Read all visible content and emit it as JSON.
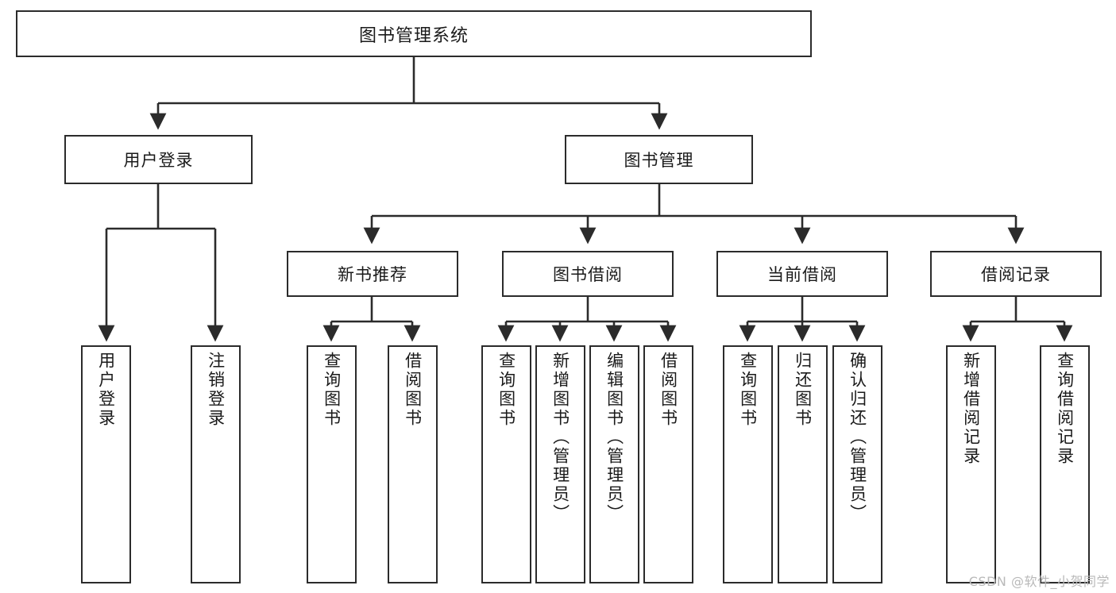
{
  "diagram": {
    "title": "图书管理系统",
    "type": "tree",
    "watermark": "CSDN @软件_小贺同学",
    "accent_color": "#2b2b2b",
    "background_color": "#ffffff",
    "root": {
      "label": "图书管理系统"
    },
    "level2": [
      {
        "id": "user-login",
        "label": "用户登录"
      },
      {
        "id": "book-manage",
        "label": "图书管理"
      }
    ],
    "level3": [
      {
        "id": "new-book-rec",
        "label": "新书推荐"
      },
      {
        "id": "book-borrow",
        "label": "图书借阅"
      },
      {
        "id": "current-borrow",
        "label": "当前借阅"
      },
      {
        "id": "borrow-record",
        "label": "借阅记录"
      }
    ],
    "leaves": {
      "user_login": [
        {
          "id": "leaf-user-login",
          "label": "用户登录"
        },
        {
          "id": "leaf-logout",
          "label": "注销登录"
        }
      ],
      "new_book_rec": [
        {
          "id": "leaf-query-book-1",
          "label": "查询图书"
        },
        {
          "id": "leaf-borrow-book-1",
          "label": "借阅图书"
        }
      ],
      "book_borrow": [
        {
          "id": "leaf-query-book-2",
          "label": "查询图书"
        },
        {
          "id": "leaf-add-book",
          "label": "新增图书（管理员）"
        },
        {
          "id": "leaf-edit-book",
          "label": "编辑图书（管理员）"
        },
        {
          "id": "leaf-borrow-book-2",
          "label": "借阅图书"
        }
      ],
      "current_borrow": [
        {
          "id": "leaf-query-book-3",
          "label": "查询图书"
        },
        {
          "id": "leaf-return-book",
          "label": "归还图书"
        },
        {
          "id": "leaf-confirm-return",
          "label": "确认归还（管理员）"
        }
      ],
      "borrow_record": [
        {
          "id": "leaf-add-record",
          "label": "新增借阅记录"
        },
        {
          "id": "leaf-query-record",
          "label": "查询借阅记录"
        }
      ]
    }
  }
}
